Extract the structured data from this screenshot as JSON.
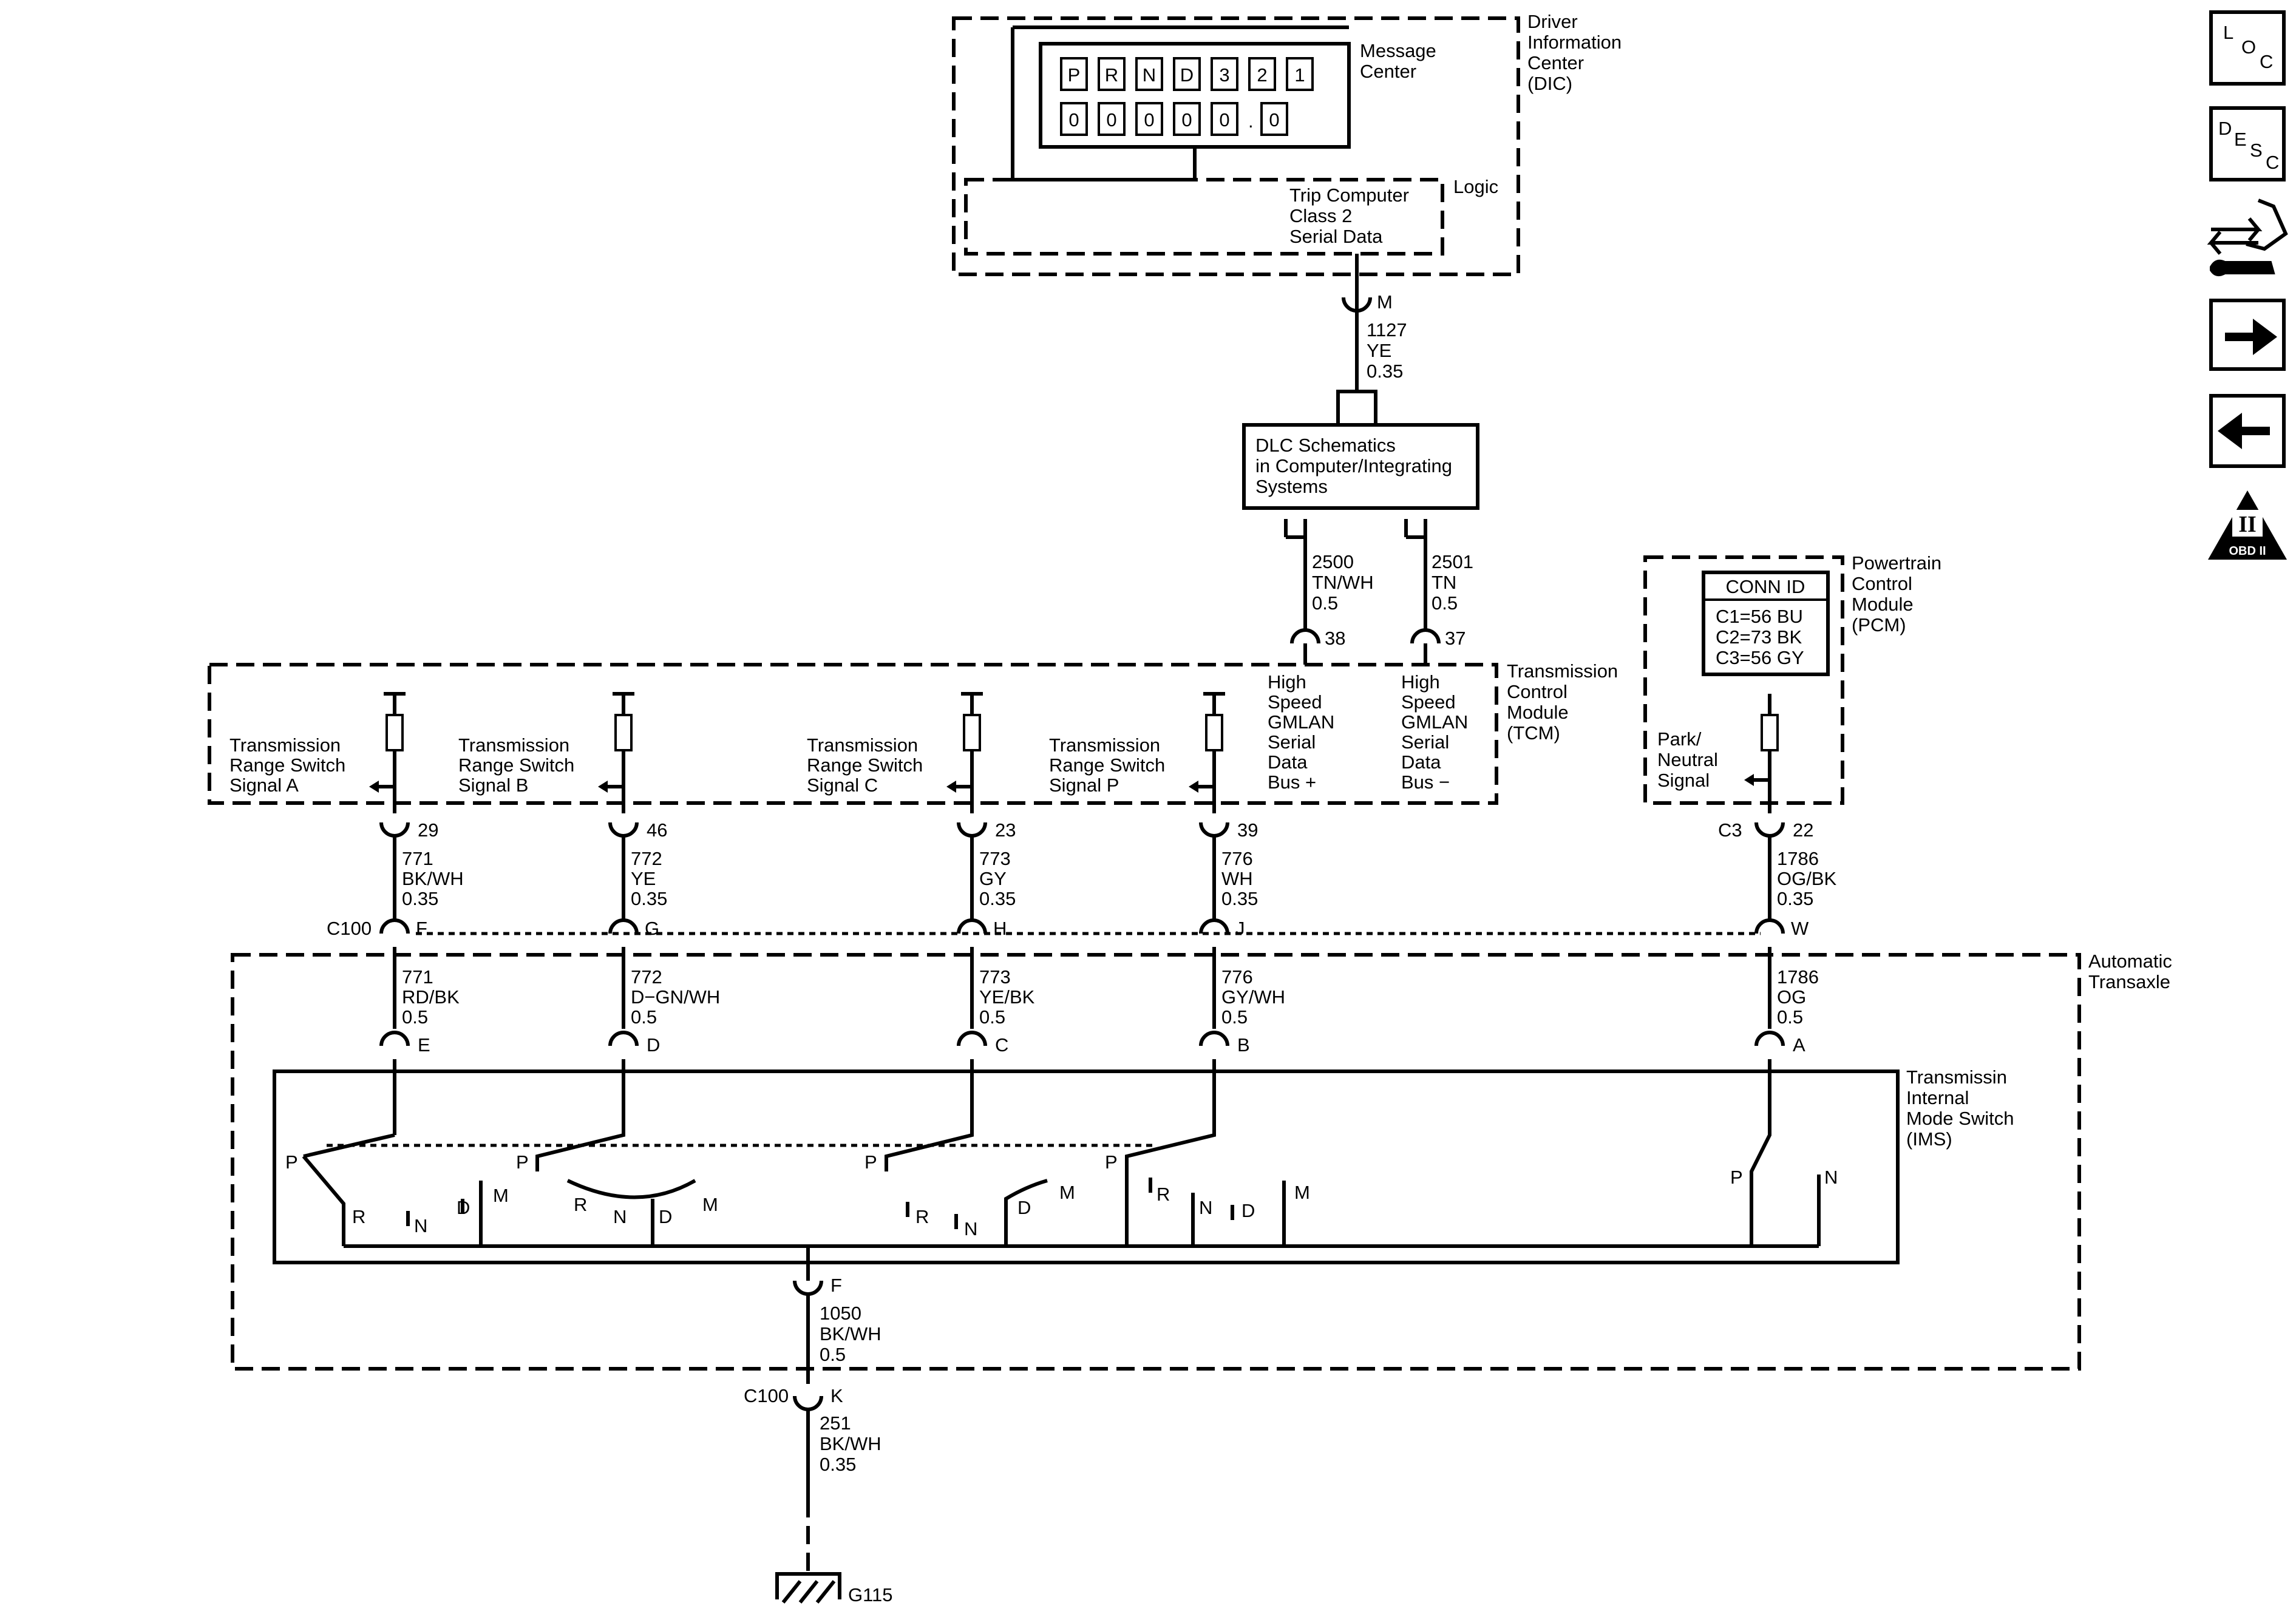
{
  "dic": {
    "title": [
      "Driver",
      "Information",
      "Center",
      "(DIC)"
    ],
    "message_center": [
      "Message",
      "Center"
    ],
    "gear_display": [
      "P",
      "R",
      "N",
      "D",
      "3",
      "2",
      "1"
    ],
    "odometer": [
      "0",
      "0",
      "0",
      "0",
      "0",
      ".",
      "0"
    ],
    "logic": "Logic",
    "logic_text": [
      "Trip Computer",
      "Class 2",
      "Serial Data"
    ],
    "pin": "M",
    "wire": [
      "1127",
      "YE",
      "0.35"
    ]
  },
  "dlc": {
    "text": [
      "DLC Schematics",
      "in Computer/Integrating",
      "Systems"
    ],
    "wire_left": [
      "2500",
      "TN/WH",
      "0.5"
    ],
    "wire_right": [
      "2501",
      "TN",
      "0.5"
    ]
  },
  "tcm": {
    "title": [
      "Transmission",
      "Control",
      "Module",
      "(TCM)"
    ],
    "gmlan_plus": [
      "High",
      "Speed",
      "GMLAN",
      "Serial",
      "Data",
      "Bus +"
    ],
    "gmlan_minus": [
      "High",
      "Speed",
      "GMLAN",
      "Serial",
      "Data",
      "Bus −"
    ],
    "pin_38": "38",
    "pin_37": "37",
    "signals": [
      {
        "label": [
          "Transmission",
          "Range Switch",
          "Signal A"
        ],
        "pin": "29",
        "wire1": [
          "771",
          "BK/WH",
          "0.35"
        ],
        "c100": "F",
        "wire2": [
          "771",
          "RD/BK",
          "0.5"
        ],
        "ims_pin": "E"
      },
      {
        "label": [
          "Transmission",
          "Range Switch",
          "Signal B"
        ],
        "pin": "46",
        "wire1": [
          "772",
          "YE",
          "0.35"
        ],
        "c100": "G",
        "wire2": [
          "772",
          "D−GN/WH",
          "0.5"
        ],
        "ims_pin": "D"
      },
      {
        "label": [
          "Transmission",
          "Range Switch",
          "Signal C"
        ],
        "pin": "23",
        "wire1": [
          "773",
          "GY",
          "0.35"
        ],
        "c100": "H",
        "wire2": [
          "773",
          "YE/BK",
          "0.5"
        ],
        "ims_pin": "C"
      },
      {
        "label": [
          "Transmission",
          "Range Switch",
          "Signal P"
        ],
        "pin": "39",
        "wire1": [
          "776",
          "WH",
          "0.35"
        ],
        "c100": "J",
        "wire2": [
          "776",
          "GY/WH",
          "0.5"
        ],
        "ims_pin": "B"
      }
    ]
  },
  "pcm": {
    "title": [
      "Powertrain",
      "Control",
      "Module",
      "(PCM)"
    ],
    "conn_id": "CONN ID",
    "conn_lines": [
      "C1=56 BU",
      "C2=73 BK",
      "C3=56 GY"
    ],
    "signal": [
      "Park/",
      "Neutral",
      "Signal"
    ],
    "connector": "C3",
    "pin": "22",
    "wire1": [
      "1786",
      "OG/BK",
      "0.35"
    ],
    "c100": "W",
    "wire2": [
      "1786",
      "OG",
      "0.5"
    ],
    "ims_pin": "A"
  },
  "c100_label": "C100",
  "transaxle": [
    "Automatic",
    "Transaxle"
  ],
  "ims": {
    "title": [
      "Transmissin",
      "Internal",
      "Mode Switch",
      "(IMS)"
    ],
    "groups": [
      {
        "P": "P",
        "R": "R",
        "N": "N",
        "D": "D",
        "M": "M"
      },
      {
        "P": "P",
        "R": "R",
        "N": "N",
        "D": "D",
        "M": "M"
      },
      {
        "P": "P",
        "R": "R",
        "N": "N",
        "D": "D",
        "M": "M"
      },
      {
        "P": "P",
        "R": "R",
        "N": "N",
        "D": "D",
        "M": "M"
      },
      {
        "P": "P",
        "N": "N"
      }
    ],
    "ground_pin": "F",
    "ground_wire": [
      "1050",
      "BK/WH",
      "0.5"
    ]
  },
  "ground": {
    "connector": "C100",
    "pin": "K",
    "wire": [
      "251",
      "BK/WH",
      "0.35"
    ],
    "label": "G115"
  },
  "nav": {
    "loc": [
      "L",
      "O",
      "C"
    ],
    "desc": [
      "D",
      "E",
      "S",
      "C"
    ],
    "obd": [
      "II",
      "OBD II"
    ]
  }
}
